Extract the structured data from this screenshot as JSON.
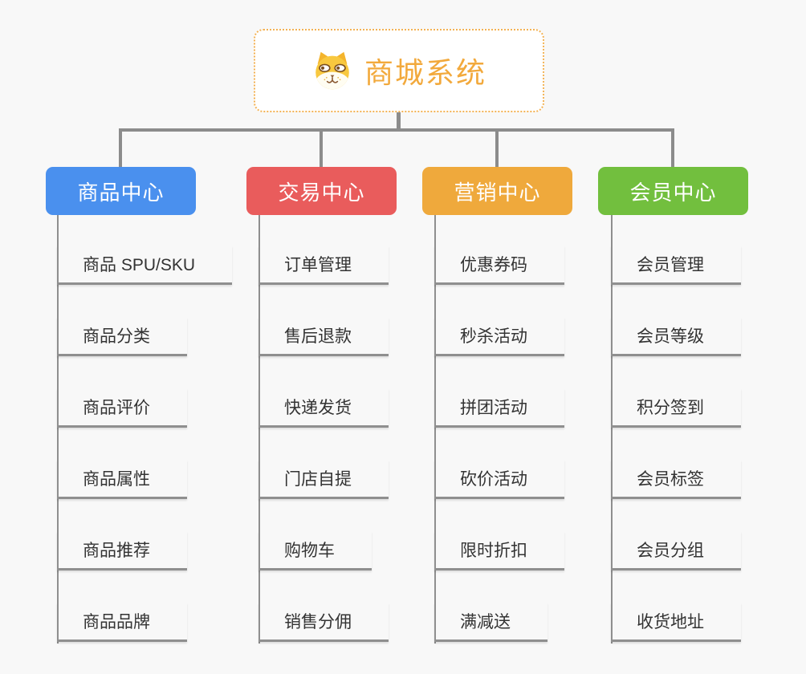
{
  "page": {
    "background_color": "#F8F8F8",
    "connector_color": "#8C8C8C"
  },
  "root": {
    "title": "商城系统",
    "icon": "dog-face-icon",
    "text_color": "#F2A93C",
    "border_color": "#F3B254"
  },
  "branches": [
    {
      "label": "商品中心",
      "color": "#4A90EE",
      "items": [
        "商品 SPU/SKU",
        "商品分类",
        "商品评价",
        "商品属性",
        "商品推荐",
        "商品品牌"
      ]
    },
    {
      "label": "交易中心",
      "color": "#E95C5C",
      "items": [
        "订单管理",
        "售后退款",
        "快递发货",
        "门店自提",
        "购物车",
        "销售分佣"
      ]
    },
    {
      "label": "营销中心",
      "color": "#EFA93C",
      "items": [
        "优惠券码",
        "秒杀活动",
        "拼团活动",
        "砍价活动",
        "限时折扣",
        "满减送"
      ]
    },
    {
      "label": "会员中心",
      "color": "#72BF3E",
      "items": [
        "会员管理",
        "会员等级",
        "积分签到",
        "会员标签",
        "会员分组",
        "收货地址"
      ]
    }
  ]
}
